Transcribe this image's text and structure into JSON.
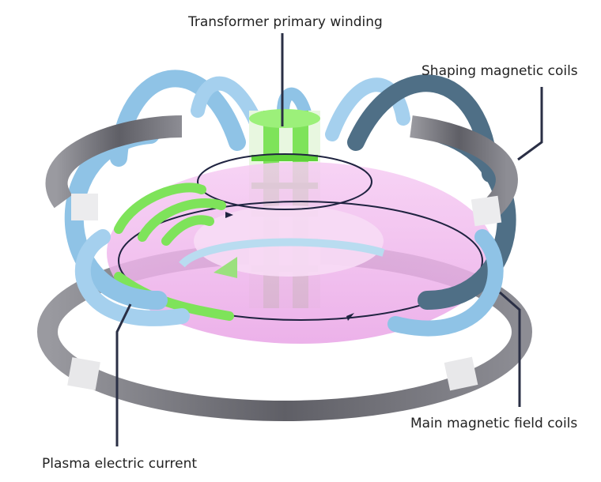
{
  "diagram": {
    "labels": {
      "transformer": "Transformer primary winding",
      "shaping": "Shaping magnetic coils",
      "main_coils": "Main magnetic field coils",
      "plasma": "Plasma electric current"
    },
    "colors": {
      "plasma": "#f2b8ee",
      "coil_blue": "#8fc3e6",
      "coil_dark": "#4f6f86",
      "shaping_grey": "#6f6f75",
      "winding_green": "#7ee35a",
      "leader": "#2a2f45"
    }
  }
}
